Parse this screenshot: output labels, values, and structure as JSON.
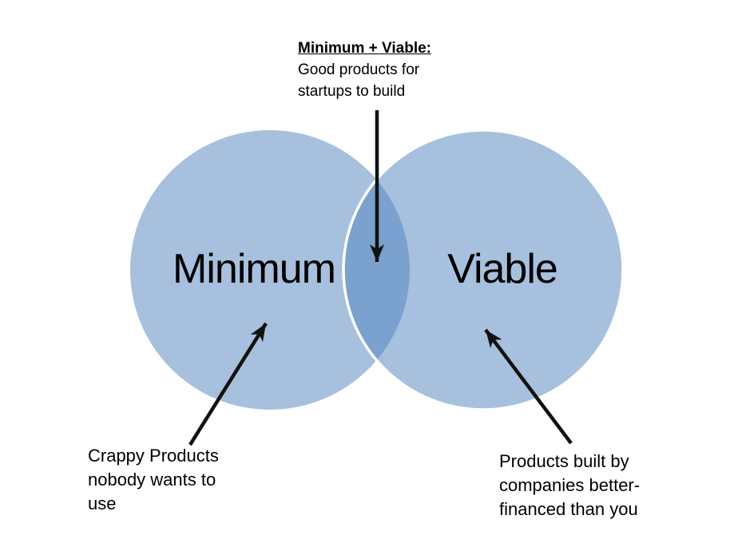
{
  "diagram": {
    "type": "venn",
    "top_annotation": {
      "heading": "Minimum + Viable:",
      "lines": [
        "Good products for",
        "startups to build"
      ]
    },
    "left_circle": {
      "label": "Minimum"
    },
    "right_circle": {
      "label": "Viable"
    },
    "left_annotation": {
      "lines": [
        "Crappy Products",
        "nobody wants to",
        "use"
      ]
    },
    "right_annotation": {
      "lines": [
        "Products built by",
        "companies better-",
        "financed than you"
      ]
    },
    "colors": {
      "circle_fill": "#4f81bd",
      "circle_fill_rendered": "#a7c0de",
      "overlap_rendered": "#7ba0cd",
      "circle_edge": "#ffffff",
      "arrow": "#111111",
      "text": "#000000",
      "background": "#ffffff"
    }
  }
}
